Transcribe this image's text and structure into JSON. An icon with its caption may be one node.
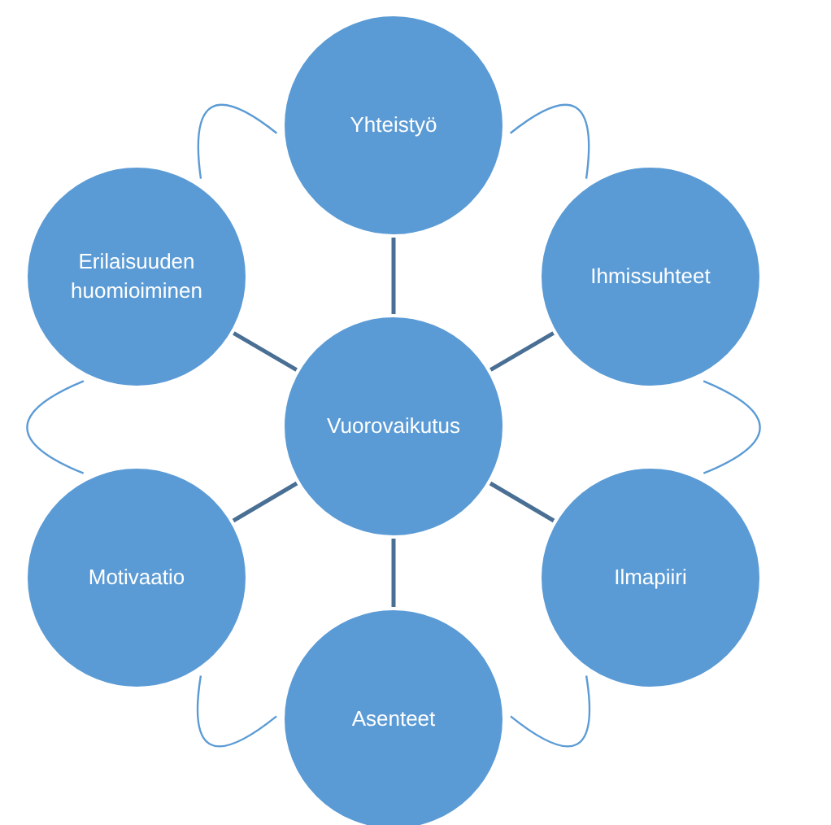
{
  "diagram": {
    "nodes": [
      {
        "text": [
          "Vuorovaikutus"
        ]
      },
      {
        "text": [
          "Yhteistyö"
        ]
      },
      {
        "text": [
          "Ihmissuhteet"
        ]
      },
      {
        "text": [
          "Ilmapiiri"
        ]
      },
      {
        "text": [
          "Asenteet"
        ]
      },
      {
        "text": [
          "Motivaatio"
        ]
      },
      {
        "text": [
          "Erilaisuuden huomioiminen"
        ]
      }
    ],
    "edges": [
      {
        "from": 0,
        "to": 1,
        "arrow": "none"
      },
      {
        "from": 0,
        "to": 2,
        "arrow": "none"
      },
      {
        "from": 0,
        "to": 3,
        "arrow": "none"
      },
      {
        "from": 0,
        "to": 4,
        "arrow": "none"
      },
      {
        "from": 0,
        "to": 5,
        "arrow": "none"
      },
      {
        "from": 0,
        "to": 6,
        "arrow": "none"
      },
      {
        "from": 1,
        "to": 2,
        "arrow": "none",
        "color": "#5b9bd5"
      },
      {
        "from": 2,
        "to": 3,
        "arrow": "none",
        "color": "#5b9bd5"
      },
      {
        "from": 3,
        "to": 4,
        "arrow": "none",
        "color": "#5b9bd5"
      },
      {
        "from": 4,
        "to": 5,
        "arrow": "none",
        "color": "#5b9bd5"
      },
      {
        "from": 5,
        "to": 6,
        "arrow": "none",
        "color": "#5b9bd5"
      },
      {
        "from": 6,
        "to": 1,
        "arrow": "none",
        "color": "#5b9bd5"
      }
    ]
  }
}
